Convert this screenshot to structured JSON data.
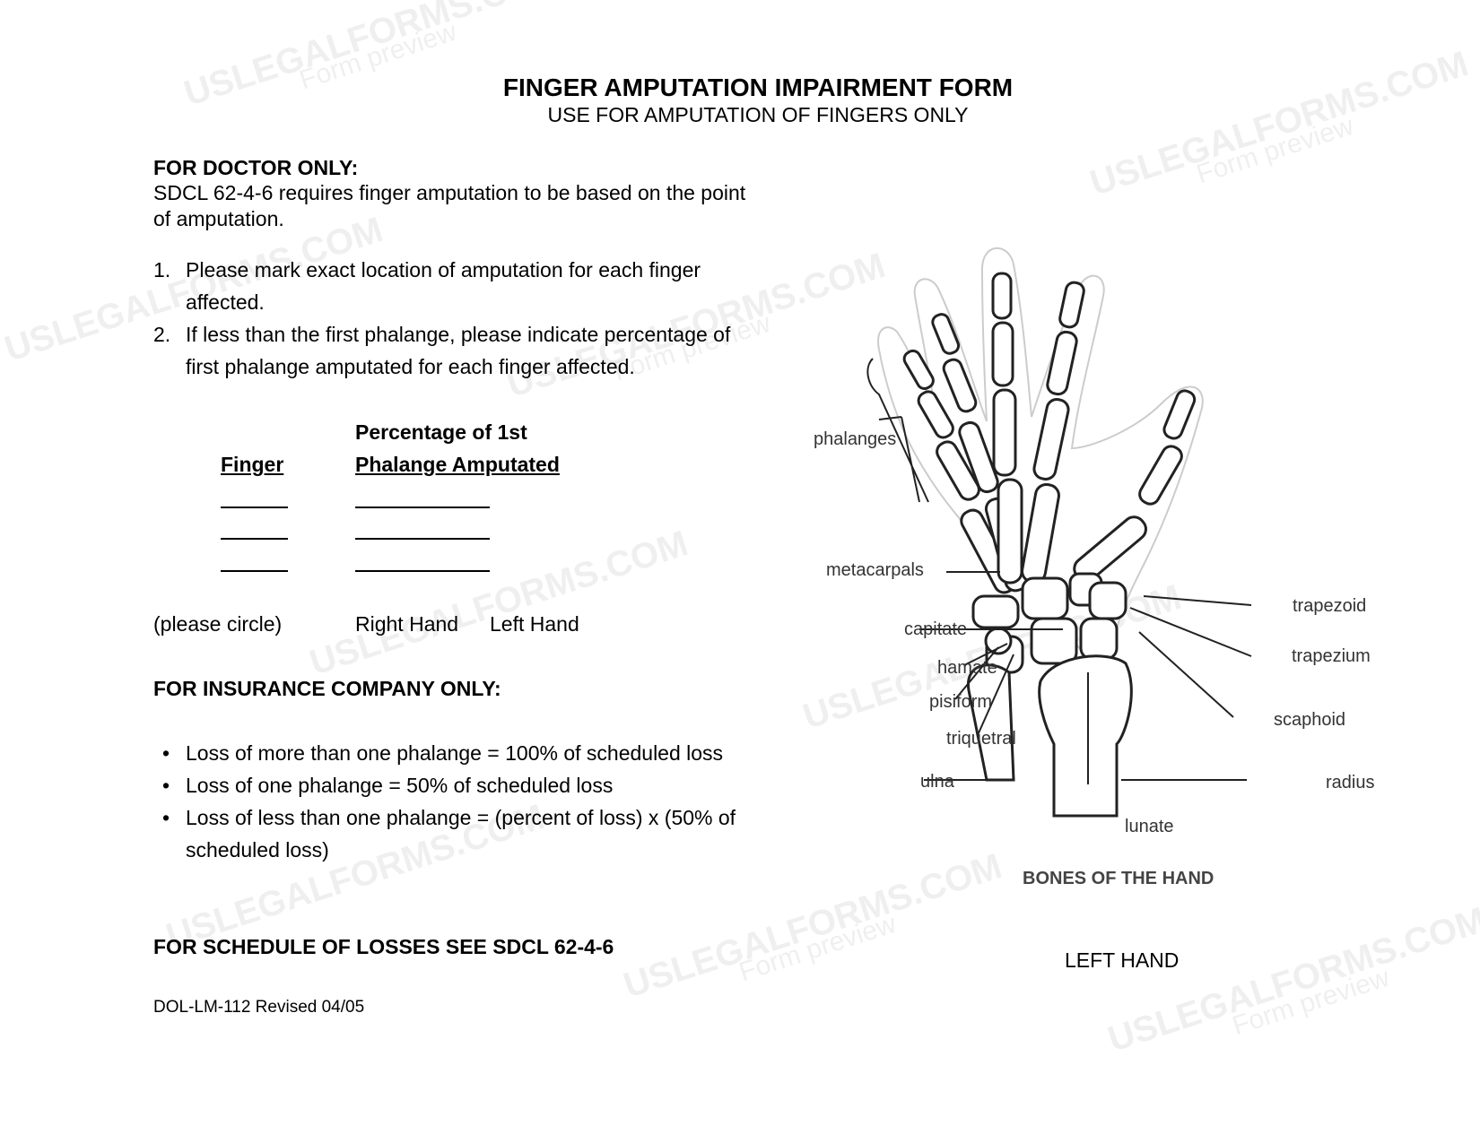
{
  "form": {
    "title": "FINGER AMPUTATION IMPAIRMENT FORM",
    "subtitle": "USE FOR AMPUTATION OF FINGERS ONLY"
  },
  "doctor": {
    "heading": "FOR DOCTOR ONLY:",
    "intro": "SDCL 62-4-6 requires finger amputation to be based on the point of amputation.",
    "instructions": [
      {
        "num": "1.",
        "text": "Please mark exact location of amputation for each finger affected."
      },
      {
        "num": "2.",
        "text": "If less than the first phalange, please indicate percentage of first phalange amputated for each finger affected."
      }
    ],
    "table": {
      "col1_header": "Finger",
      "col2_header_line1": "Percentage of 1st",
      "col2_header_line2": "Phalange Amputated"
    },
    "circle_label": "(please circle)",
    "right_hand": "Right Hand",
    "left_hand": "Left Hand"
  },
  "insurance": {
    "heading": "FOR INSURANCE COMPANY ONLY:",
    "bullet_glyph": "•",
    "bullets": [
      "Loss of more than one phalange = 100% of scheduled loss",
      "Loss of one phalange = 50% of scheduled loss",
      "Loss of less than one phalange = (percent of loss) x (50% of scheduled loss)"
    ]
  },
  "schedule_note": "FOR SCHEDULE OF LOSSES SEE SDCL 62-4-6",
  "form_id": "DOL-LM-112 Revised 04/05",
  "diagram": {
    "labels": {
      "phalanges": "phalanges",
      "metacarpals": "metacarpals",
      "capitate": "capitate",
      "hamate": "hamate",
      "pisiform": "pisiform",
      "triquetral": "triquetral",
      "ulna": "ulna",
      "lunate": "lunate",
      "trapezoid": "trapezoid",
      "trapezium": "trapezium",
      "scaphoid": "scaphoid",
      "radius": "radius"
    },
    "caption": "BONES OF THE HAND",
    "hand_label": "LEFT HAND"
  },
  "watermark": {
    "brand": "USLEGALFORMS.COM",
    "sub": "Form preview"
  }
}
